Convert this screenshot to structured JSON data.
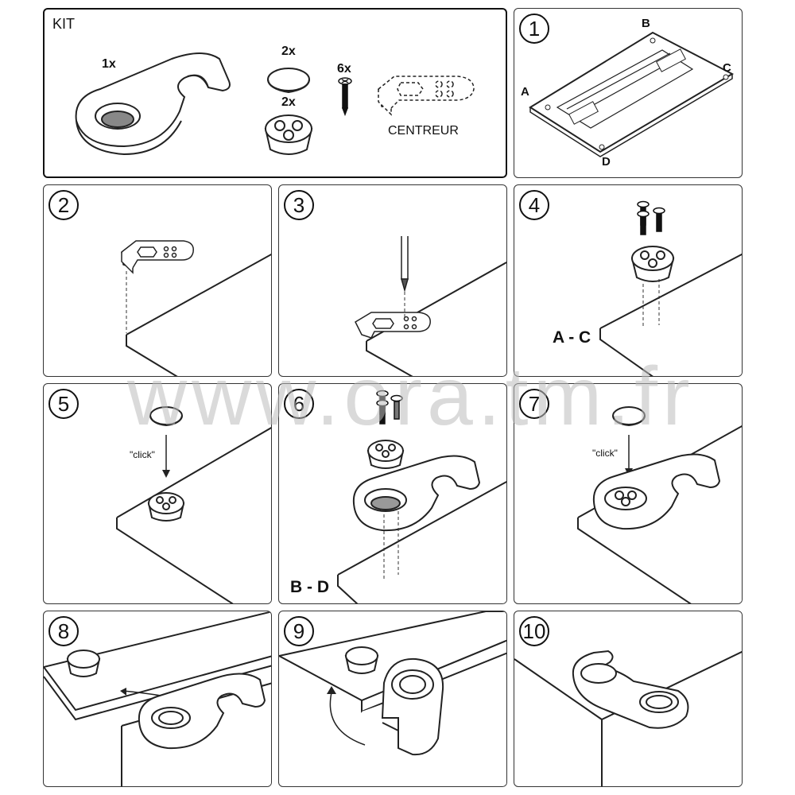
{
  "kit": {
    "title": "KIT",
    "items": [
      {
        "qty": "1x",
        "icon": "grommet-body-icon"
      },
      {
        "qty": "2x",
        "icon": "cap-disc-icon"
      },
      {
        "qty": "2x",
        "icon": "cup-plug-icon"
      },
      {
        "qty": "6x",
        "icon": "screw-icon"
      },
      {
        "label": "CENTREUR",
        "icon": "centering-jig-icon"
      }
    ]
  },
  "steps": [
    {
      "number": "1",
      "corners": [
        "A",
        "B",
        "C",
        "D"
      ]
    },
    {
      "number": "2"
    },
    {
      "number": "3"
    },
    {
      "number": "4",
      "label": "A - C"
    },
    {
      "number": "5",
      "annotation": "\"click\""
    },
    {
      "number": "6",
      "label": "B - D"
    },
    {
      "number": "7",
      "annotation": "\"click\""
    },
    {
      "number": "8"
    },
    {
      "number": "9"
    },
    {
      "number": "10"
    }
  ],
  "watermark": "www.ora.tm.fr"
}
